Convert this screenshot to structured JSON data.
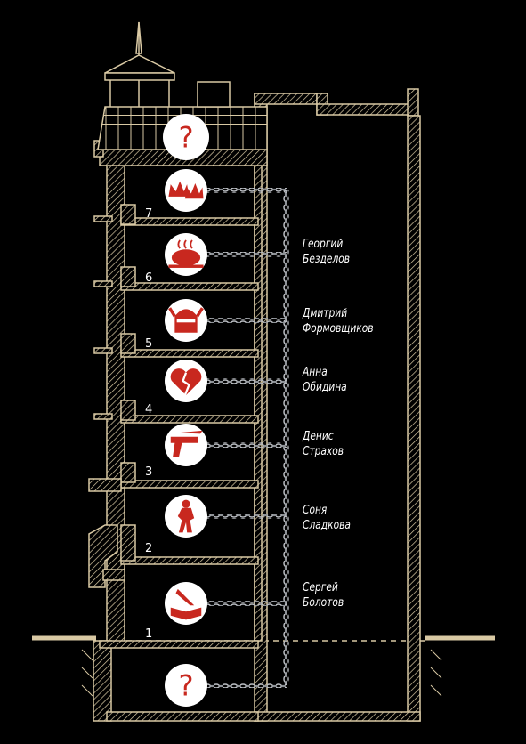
{
  "colors": {
    "background": "#000000",
    "wall": "#d9c9a4",
    "medallion": "#ffffff",
    "accent": "#c8281f",
    "chain": "#b9bcc1"
  },
  "floors": [
    {
      "number": "7",
      "icon": "crowns-icon",
      "resident_first": "",
      "resident_last": ""
    },
    {
      "number": "6",
      "icon": "roast-chicken-icon",
      "resident_first": "Георгий",
      "resident_last": "Безделов"
    },
    {
      "number": "5",
      "icon": "knight-helmet-icon",
      "resident_first": "Дмитрий",
      "resident_last": "Формовщиков"
    },
    {
      "number": "4",
      "icon": "broken-heart-icon",
      "resident_first": "Анна",
      "resident_last": "Обидина"
    },
    {
      "number": "3",
      "icon": "pistol-knife-icon",
      "resident_first": "Денис",
      "resident_last": "Страхов"
    },
    {
      "number": "2",
      "icon": "woman-silhouette-icon",
      "resident_first": "Соня",
      "resident_last": "Сладкова"
    },
    {
      "number": "1",
      "icon": "book-quill-icon",
      "resident_first": "Сергей",
      "resident_last": "Болотов"
    }
  ],
  "attic": {
    "icon": "question-mark-icon",
    "symbol": "?"
  },
  "basement": {
    "icon": "question-mark-icon",
    "symbol": "?"
  }
}
